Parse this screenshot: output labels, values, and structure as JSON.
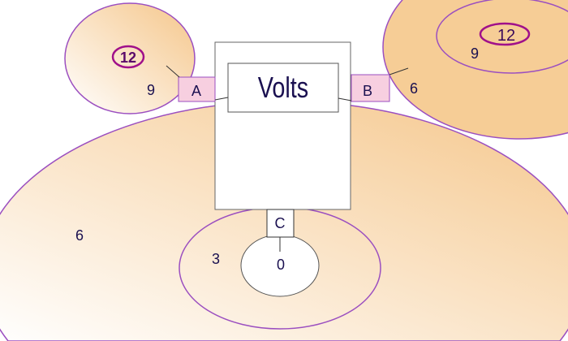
{
  "title": "Volts",
  "ports": {
    "a": "A",
    "b": "B",
    "c": "C"
  },
  "left_region": {
    "outer": "9",
    "inner": "12"
  },
  "right_region": {
    "outer": "6",
    "middle": "9",
    "inner": "12"
  },
  "bottom_region": {
    "outer": "6",
    "middle": "3",
    "inner": "0"
  },
  "colors": {
    "stroke": "#9b4fc0",
    "fill_light": "#fffaf4",
    "fill_dark": "#f5c68a",
    "ring": "#a0108a",
    "text": "#1a1050"
  }
}
